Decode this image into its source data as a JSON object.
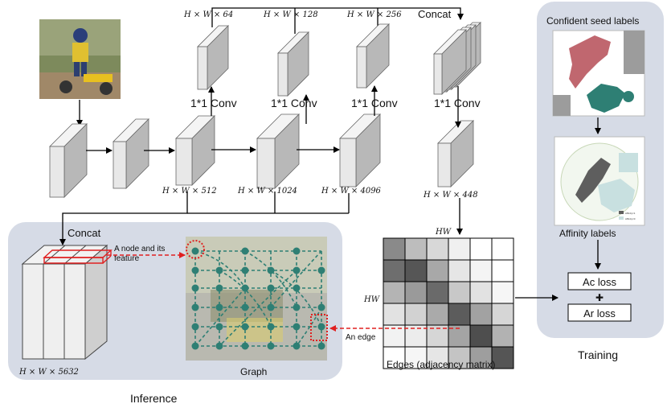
{
  "top_dims": [
    "H × W × 64",
    "H × W × 128",
    "H × W × 256"
  ],
  "concat_top": "Concat",
  "conv_labels": [
    "1*1 Conv",
    "1*1 Conv",
    "1*1 Conv",
    "1*1 Conv"
  ],
  "bottom_dims": [
    "H × W × 512",
    "H × W × 1024",
    "H × W × 4096",
    "H × W  × 448"
  ],
  "concat_left": "Concat",
  "node_feature_label": "A node and its feature",
  "edge_label": "An edge",
  "graph_label": "Graph",
  "feature_dim": "H × W × 5632",
  "inference_label": "Inference",
  "hw_top": "HW",
  "hw_side": "HW",
  "adjacency_label": "Edges (adjacency matrix)",
  "training": {
    "seed_label": "Confident seed labels",
    "affinity_label": "Affinity labels",
    "ac_loss": "Ac loss",
    "plus": "✚",
    "ar_loss": "Ar loss",
    "title": "Training"
  },
  "affinity_legend": [
    "Affinity=1",
    "Affinity=0"
  ],
  "colors": {
    "panel_bg": "#d6dbe6",
    "red_dash": "#e02020",
    "graph_node": "#2e7f74",
    "seed_red": "#c0676f",
    "seed_teal": "#2e7f74"
  },
  "adjacency_shades": [
    [
      "#8a8a8a",
      "#bdbdbd",
      "#d8d8d8",
      "#f0f0f0",
      "#ffffff",
      "#ffffff"
    ],
    [
      "#6e6e6e",
      "#565656",
      "#a8a8a8",
      "#e6e6e6",
      "#f4f4f4",
      "#ffffff"
    ],
    [
      "#b4b4b4",
      "#9a9a9a",
      "#6a6a6a",
      "#c8c8c8",
      "#e2e2e2",
      "#f6f6f6"
    ],
    [
      "#e2e2e2",
      "#d2d2d2",
      "#aaaaaa",
      "#5c5c5c",
      "#a2a2a2",
      "#d6d6d6"
    ],
    [
      "#f2f2f2",
      "#ececec",
      "#d6d6d6",
      "#a4a4a4",
      "#4e4e4e",
      "#b2b2b2"
    ],
    [
      "#ffffff",
      "#f6f6f6",
      "#e6e6e6",
      "#c4c4c4",
      "#9e9e9e",
      "#555555"
    ]
  ]
}
